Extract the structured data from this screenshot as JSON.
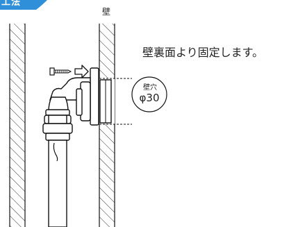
{
  "header": {
    "tab_text": "工法"
  },
  "labels": {
    "wall": "壁",
    "instruction": "壁裏面より固定します。",
    "hole_label": "壁穴",
    "hole_size": "φ30"
  },
  "colors": {
    "tab_blue": "#2f8fd8",
    "line": "#111111",
    "hatch": "#333333"
  },
  "icons": [
    "screw-icon",
    "arrow-right-icon"
  ]
}
